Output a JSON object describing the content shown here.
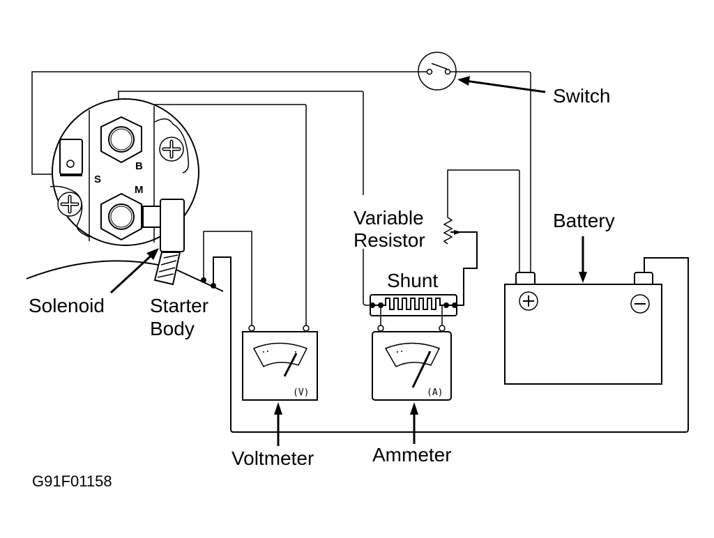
{
  "figure_id": "G91F01158",
  "labels": {
    "switch": "Switch",
    "variable_resistor_line1": "Variable",
    "variable_resistor_line2": "Resistor",
    "shunt": "Shunt",
    "battery": "Battery",
    "solenoid": "Solenoid",
    "starter_body_line1": "Starter",
    "starter_body_line2": "Body",
    "voltmeter": "Voltmeter",
    "ammeter": "Ammeter"
  },
  "solenoid_terminals": {
    "s": "S",
    "b": "B",
    "m": "M"
  },
  "meters": {
    "voltmeter_unit": "(V)",
    "ammeter_unit": "(A)"
  },
  "battery_terminals": {
    "positive": "+",
    "negative": "−"
  },
  "colors": {
    "ink": "#000000",
    "paper": "#ffffff"
  }
}
